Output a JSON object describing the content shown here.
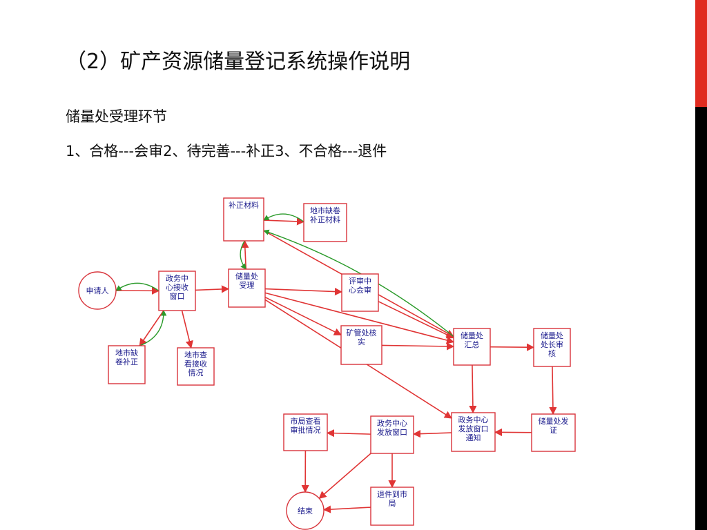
{
  "slide": {
    "title": "（2）矿产资源储量登记系统操作说明",
    "subtitle": "储量处受理环节",
    "body": "1、合格---会审2、待完善---补正3、不合格---退件"
  },
  "colors": {
    "node_border": "#d8343b",
    "node_text": "#1a1a8c",
    "edge_red": "#e03535",
    "edge_green": "#2a9a2a",
    "accent_bar": "#e02b20"
  },
  "diagram": {
    "nodes": [
      {
        "id": "buzheng",
        "lines": [
          "补正材料"
        ]
      },
      {
        "id": "dishi_que",
        "lines": [
          "地市缺卷",
          "补正材料"
        ]
      },
      {
        "id": "shenqing",
        "lines": [
          "申请人"
        ]
      },
      {
        "id": "zhengwu_jieshou",
        "lines": [
          "政务中",
          "心接收",
          "窗口"
        ]
      },
      {
        "id": "chuliang_shouli",
        "lines": [
          "储量处",
          "受理"
        ]
      },
      {
        "id": "pingshen",
        "lines": [
          "评审中",
          "心会审"
        ]
      },
      {
        "id": "dishi_que2",
        "lines": [
          "地市缺",
          "卷补正"
        ]
      },
      {
        "id": "dishi_chakan",
        "lines": [
          "地市查",
          "看接收",
          "情况"
        ]
      },
      {
        "id": "kuangguan",
        "lines": [
          "矿管处核",
          "实"
        ]
      },
      {
        "id": "huizong",
        "lines": [
          "储量处",
          "汇总"
        ]
      },
      {
        "id": "shenhe",
        "lines": [
          "储量处",
          "处长审",
          "核"
        ]
      },
      {
        "id": "fazheng",
        "lines": [
          "储量处发",
          "证"
        ]
      },
      {
        "id": "tongzhi",
        "lines": [
          "政务中心",
          "发放窗口",
          "通知"
        ]
      },
      {
        "id": "fafang",
        "lines": [
          "政务中心",
          "发放窗口"
        ]
      },
      {
        "id": "shiju",
        "lines": [
          "市局查看",
          "审批情况"
        ]
      },
      {
        "id": "tuijian",
        "lines": [
          "退件到市",
          "局"
        ]
      },
      {
        "id": "jieshu",
        "lines": [
          "结束"
        ]
      }
    ],
    "edges": [
      {
        "from": "shenqing",
        "to": "zhengwu_jieshou",
        "color": "red"
      },
      {
        "from": "zhengwu_jieshou",
        "to": "shenqing",
        "color": "green"
      },
      {
        "from": "zhengwu_jieshou",
        "to": "chuliang_shouli",
        "color": "red"
      },
      {
        "from": "zhengwu_jieshou",
        "to": "dishi_que2",
        "color": "red"
      },
      {
        "from": "dishi_que2",
        "to": "zhengwu_jieshou",
        "color": "green"
      },
      {
        "from": "zhengwu_jieshou",
        "to": "dishi_chakan",
        "color": "red"
      },
      {
        "from": "chuliang_shouli",
        "to": "buzheng",
        "color": "red"
      },
      {
        "from": "buzheng",
        "to": "chuliang_shouli",
        "color": "green"
      },
      {
        "from": "buzheng",
        "to": "dishi_que",
        "color": "red"
      },
      {
        "from": "dishi_que",
        "to": "buzheng",
        "color": "green"
      },
      {
        "from": "chuliang_shouli",
        "to": "pingshen",
        "color": "red"
      },
      {
        "from": "chuliang_shouli",
        "to": "huizong",
        "color": "red"
      },
      {
        "from": "chuliang_shouli",
        "to": "kuangguan",
        "color": "red"
      },
      {
        "from": "chuliang_shouli",
        "to": "tongzhi",
        "color": "red"
      },
      {
        "from": "pingshen",
        "to": "huizong",
        "color": "red"
      },
      {
        "from": "kuangguan",
        "to": "huizong",
        "color": "red"
      },
      {
        "from": "buzheng",
        "to": "huizong",
        "color": "red"
      },
      {
        "from": "huizong",
        "to": "buzheng",
        "color": "green"
      },
      {
        "from": "huizong",
        "to": "shenhe",
        "color": "red"
      },
      {
        "from": "huizong",
        "to": "tongzhi",
        "color": "red"
      },
      {
        "from": "shenhe",
        "to": "fazheng",
        "color": "red"
      },
      {
        "from": "fazheng",
        "to": "tongzhi",
        "color": "red"
      },
      {
        "from": "tongzhi",
        "to": "fafang",
        "color": "red"
      },
      {
        "from": "fafang",
        "to": "shiju",
        "color": "red"
      },
      {
        "from": "fafang",
        "to": "tuijian",
        "color": "red"
      },
      {
        "from": "fafang",
        "to": "jieshu",
        "color": "red"
      },
      {
        "from": "shiju",
        "to": "jieshu",
        "color": "red"
      },
      {
        "from": "tuijian",
        "to": "jieshu",
        "color": "red"
      }
    ]
  }
}
